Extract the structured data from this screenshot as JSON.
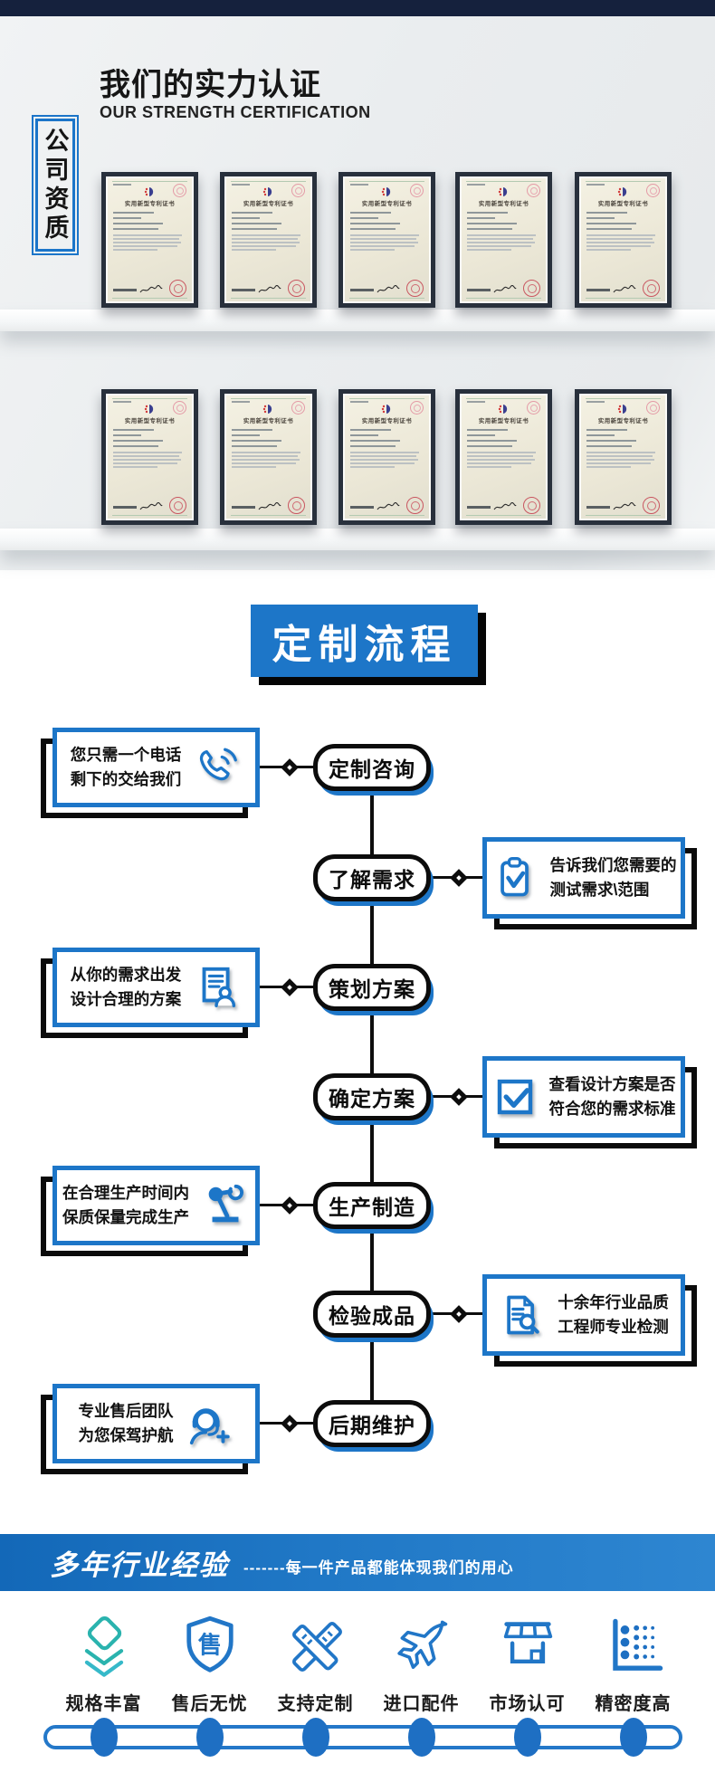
{
  "theme": {
    "accent_blue": "#1d76c8",
    "dark_navy": "#15213d",
    "teal": "#2ab3ae",
    "black": "#0c0c0c"
  },
  "certification": {
    "badge": "公司资质",
    "title": "我们的实力认证",
    "subtitle": "OUR STRENGTH CERTIFICATION",
    "cert_title": "实用新型专利证书",
    "rows": 2,
    "certificates_per_row": 5
  },
  "process": {
    "title": "定制流程",
    "steps": [
      {
        "label": "定制咨询",
        "side": "left",
        "line1": "您只需一个电话",
        "line2": "剩下的交给我们",
        "icon": "phone-icon"
      },
      {
        "label": "了解需求",
        "side": "right",
        "line1": "告诉我们您需要的",
        "line2": "测试需求\\范围",
        "icon": "clipboard-check-icon"
      },
      {
        "label": "策划方案",
        "side": "left",
        "line1": "从你的需求出发",
        "line2": "设计合理的方案",
        "icon": "design-document-icon"
      },
      {
        "label": "确定方案",
        "side": "right",
        "line1": "查看设计方案是否",
        "line2": "符合您的需求标准",
        "icon": "checkbox-icon"
      },
      {
        "label": "生产制造",
        "side": "left",
        "line1": "在合理生产时间内",
        "line2": "保质保量完成生产",
        "icon": "robot-arm-icon"
      },
      {
        "label": "检验成品",
        "side": "right",
        "line1": "十余年行业品质",
        "line2": "工程师专业检测",
        "icon": "inspect-document-icon"
      },
      {
        "label": "后期维护",
        "side": "left",
        "line1": "专业售后团队",
        "line2": "为您保驾护航",
        "icon": "aftersales-headset-icon"
      }
    ]
  },
  "experience": {
    "title": "多年行业经验",
    "tagline": "-------每一件产品都能体现我们的用心",
    "features": [
      {
        "label": "规格丰富",
        "icon": "layers-icon"
      },
      {
        "label": "售后无忧",
        "icon": "shield-icon",
        "glyph": "售"
      },
      {
        "label": "支持定制",
        "icon": "tools-icon"
      },
      {
        "label": "进口配件",
        "icon": "airplane-icon"
      },
      {
        "label": "市场认可",
        "icon": "storefront-icon"
      },
      {
        "label": "精密度高",
        "icon": "dot-chart-icon"
      }
    ]
  }
}
